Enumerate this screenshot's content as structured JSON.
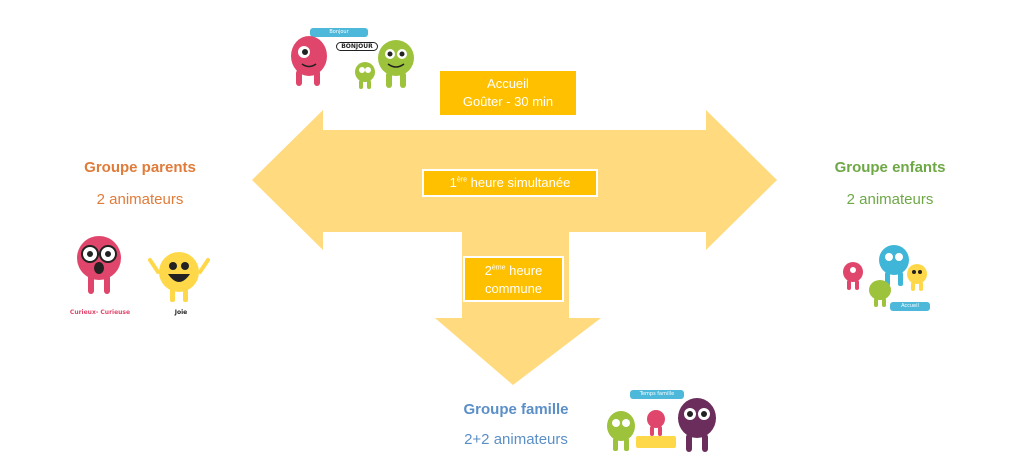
{
  "colors": {
    "arrow": "#ffda7f",
    "box": "#ffc000",
    "parents": "#e07b39",
    "enfants": "#6ea846",
    "famille": "#5b8fc7",
    "monster_pink": "#e0466b",
    "monster_green": "#9cc33b",
    "monster_yellow": "#ffd84a",
    "monster_blue": "#3fb6d8",
    "monster_purple": "#6b2d5c"
  },
  "top_box": {
    "line1": "Accueil",
    "line2": "Goûter - 30 min"
  },
  "center_box": {
    "prefix": "1",
    "sup": "ère",
    "suffix": " heure simultanée"
  },
  "bottom_box": {
    "prefix": "2",
    "sup": "ème",
    "suffix": " heure",
    "line2": "commune"
  },
  "parents": {
    "title": "Groupe parents",
    "subtitle": "2 animateurs",
    "label_left": "Curieux- Curieuse",
    "label_right": "Joie"
  },
  "enfants": {
    "title": "Groupe enfants",
    "subtitle": "2 animateurs",
    "bubble": "Accueil"
  },
  "famille": {
    "title": "Groupe famille",
    "subtitle": "2+2 animateurs",
    "bubble": "Temps famille"
  },
  "top_illustration": {
    "speech": "BONJOUR",
    "bubble": "Bonjour"
  }
}
